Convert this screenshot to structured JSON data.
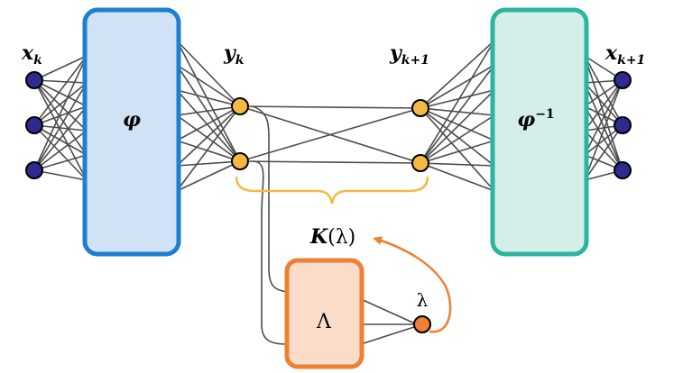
{
  "labels": {
    "x_k": "x",
    "x_k_sub": "k",
    "y_k": "y",
    "y_k_sub": "k",
    "y_k1": "y",
    "y_k1_sub": "k+1",
    "x_k1": "x",
    "x_k1_sub": "k+1",
    "encoder": "φ",
    "decoder": "φ",
    "decoder_sup": "−1",
    "koopman": "K",
    "koopman_arg": "(λ)",
    "aux_net": "Λ",
    "eigenvalue": "λ"
  },
  "colors": {
    "input_node": "#2f2a8f",
    "latent_node": "#f5b942",
    "encoder_fill": "#cfe2f6",
    "encoder_stroke": "#1e7fd0",
    "decoder_fill": "#d4efe9",
    "decoder_stroke": "#2bb5a0",
    "aux_fill": "#fbdcc8",
    "aux_stroke": "#ee7f34",
    "lambda_node": "#ee7f34",
    "brace": "#f5b942",
    "edge": "#4d4d4d"
  }
}
